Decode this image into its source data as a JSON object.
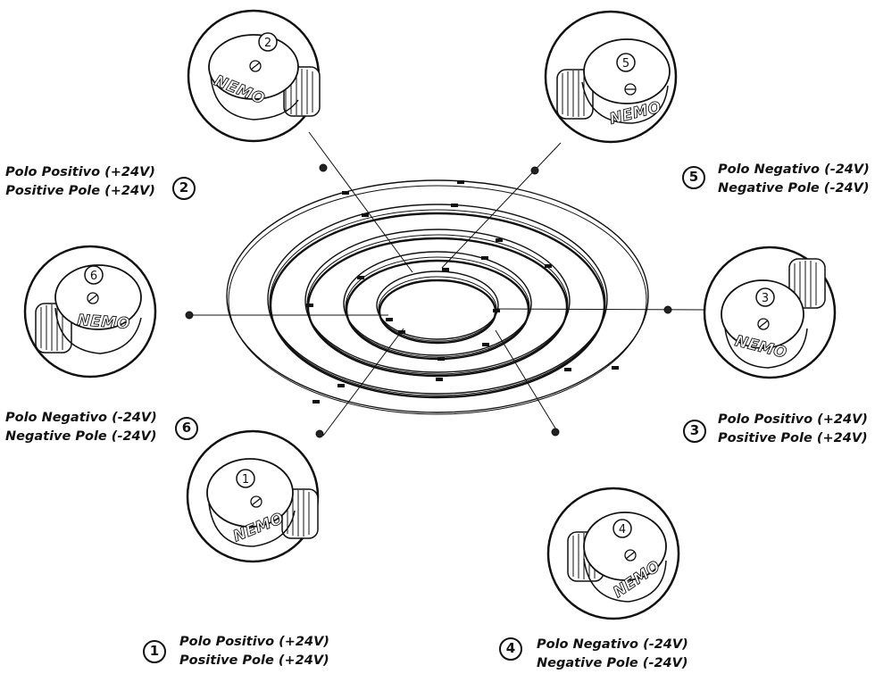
{
  "brand": "NEMO",
  "connectors": [
    {
      "id": "1",
      "label_it": "Polo Positivo (+24V)",
      "label_en": "Positive Pole (+24V)"
    },
    {
      "id": "2",
      "label_it": "Polo Positivo (+24V)",
      "label_en": "Positive Pole (+24V)"
    },
    {
      "id": "3",
      "label_it": "Polo Positivo (+24V)",
      "label_en": "Positive Pole (+24V)"
    },
    {
      "id": "4",
      "label_it": "Polo Negativo (-24V)",
      "label_en": "Negative Pole (-24V)"
    },
    {
      "id": "5",
      "label_it": "Polo Negativo (-24V)",
      "label_en": "Negative Pole (-24V)"
    },
    {
      "id": "6",
      "label_it": "Polo Negativo (-24V)",
      "label_en": "Negative Pole (-24V)"
    }
  ]
}
